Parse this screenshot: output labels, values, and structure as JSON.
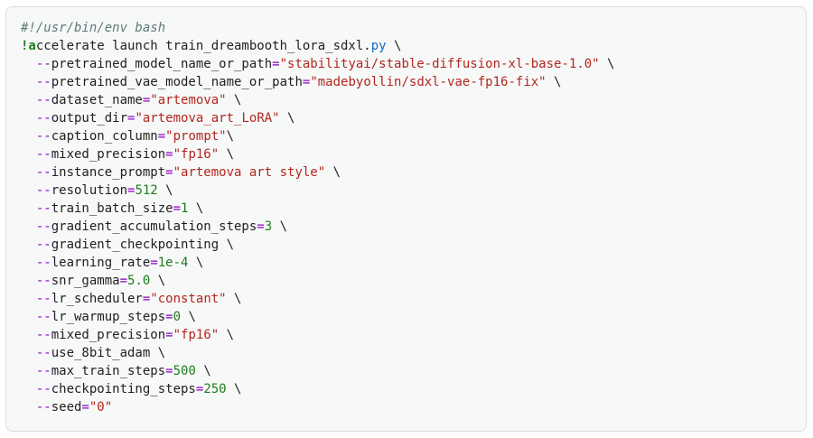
{
  "code": {
    "colors": {
      "comment": "#5f7a78",
      "bang": "#1e7d1e",
      "flag_prefix": "#8a00c2",
      "string": "#b3261e",
      "number": "#1e7d1e",
      "extension": "#1565c0"
    },
    "shebang": "#!/usr/bin/env bash",
    "command": {
      "bang": "!a",
      "text": "ccelerate launch train_dreambooth_lora_sdxl.",
      "extension": "py",
      "continuation": " \\"
    },
    "args": [
      {
        "flag": "pretrained_model_name_or_path",
        "value": "\"stabilityai/stable-diffusion-xl-base-1.0\"",
        "type": "string",
        "continuation": " \\"
      },
      {
        "flag": "pretrained_vae_model_name_or_path",
        "value": "\"madebyollin/sdxl-vae-fp16-fix\"",
        "type": "string",
        "continuation": " \\"
      },
      {
        "flag": "dataset_name",
        "value": "\"artemova\"",
        "type": "string",
        "continuation": " \\"
      },
      {
        "flag": "output_dir",
        "value": "\"artemova_art_LoRA\"",
        "type": "string",
        "continuation": " \\"
      },
      {
        "flag": "caption_column",
        "value": "\"prompt\"",
        "type": "string",
        "continuation": "\\"
      },
      {
        "flag": "mixed_precision",
        "value": "\"fp16\"",
        "type": "string",
        "continuation": " \\"
      },
      {
        "flag": "instance_prompt",
        "value": "\"artemova art style\"",
        "type": "string",
        "continuation": " \\"
      },
      {
        "flag": "resolution",
        "value": "512",
        "type": "number",
        "continuation": " \\"
      },
      {
        "flag": "train_batch_size",
        "value": "1",
        "type": "number",
        "continuation": " \\"
      },
      {
        "flag": "gradient_accumulation_steps",
        "value": "3",
        "type": "number",
        "continuation": " \\"
      },
      {
        "flag": "gradient_checkpointing",
        "value": "",
        "type": "none",
        "continuation": " \\"
      },
      {
        "flag": "learning_rate",
        "value": "1e-4",
        "type": "number",
        "continuation": " \\"
      },
      {
        "flag": "snr_gamma",
        "value": "5.0",
        "type": "number",
        "continuation": " \\"
      },
      {
        "flag": "lr_scheduler",
        "value": "\"constant\"",
        "type": "string",
        "continuation": " \\"
      },
      {
        "flag": "lr_warmup_steps",
        "value": "0",
        "type": "number",
        "continuation": " \\"
      },
      {
        "flag": "mixed_precision",
        "value": "\"fp16\"",
        "type": "string",
        "continuation": " \\"
      },
      {
        "flag": "use_8bit_adam",
        "value": "",
        "type": "none",
        "continuation": " \\"
      },
      {
        "flag": "max_train_steps",
        "value": "500",
        "type": "number",
        "continuation": " \\"
      },
      {
        "flag": "checkpointing_steps",
        "value": "250",
        "type": "number",
        "continuation": " \\"
      },
      {
        "flag": "seed",
        "value": "\"0\"",
        "type": "string",
        "continuation": ""
      }
    ]
  }
}
